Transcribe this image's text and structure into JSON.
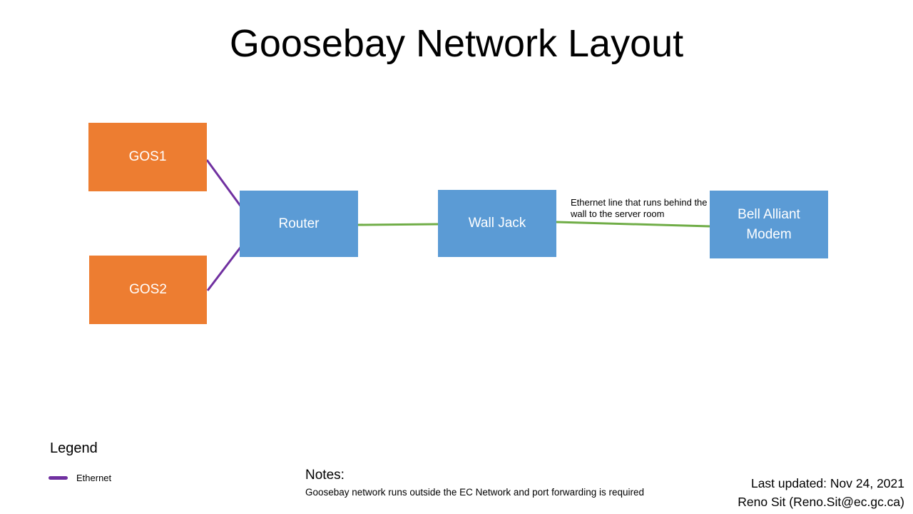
{
  "title": "Goosebay Network Layout",
  "nodes": {
    "gos1": {
      "label": "GOS1"
    },
    "gos2": {
      "label": "GOS2"
    },
    "router": {
      "label": "Router"
    },
    "wall_jack": {
      "label": "Wall Jack"
    },
    "modem": {
      "label": "Bell Alliant Modem"
    }
  },
  "annotation": "Ethernet line that runs behind the wall to the server room",
  "legend": {
    "title": "Legend",
    "items": [
      {
        "label": "Ethernet",
        "color": "#7030A0"
      }
    ]
  },
  "notes": {
    "heading": "Notes:",
    "body": "Goosebay network runs outside the EC Network and port forwarding is required"
  },
  "footer": {
    "last_updated": "Last updated: Nov 24, 2021",
    "contact": "Reno Sit (Reno.Sit@ec.gc.ca)"
  },
  "colors": {
    "server_box": "#ED7D31",
    "device_box": "#5B9BD5",
    "ethernet_line": "#7030A0",
    "uplink_line": "#70AD47"
  }
}
